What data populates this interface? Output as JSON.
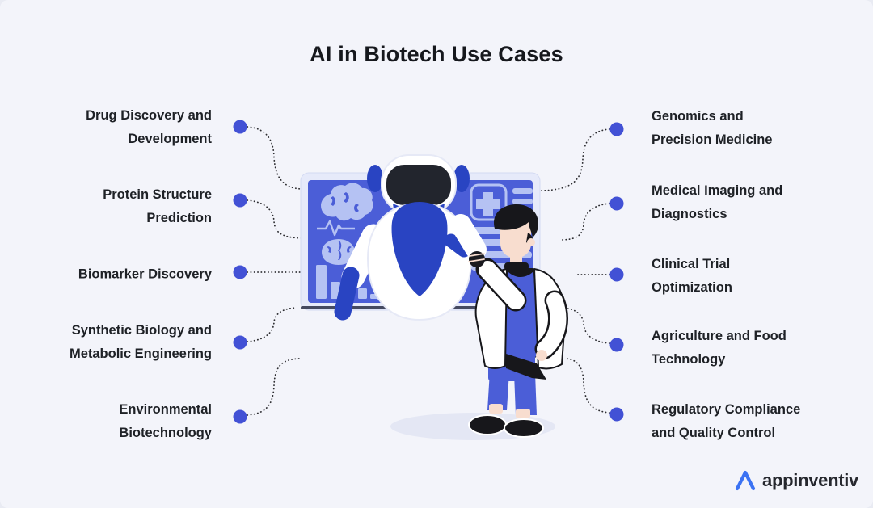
{
  "title": "AI in Biotech Use Cases",
  "left_items": [
    {
      "lines": [
        "Drug Discovery and",
        "Development"
      ]
    },
    {
      "lines": [
        "Protein Structure",
        "Prediction"
      ]
    },
    {
      "lines": [
        "Biomarker Discovery"
      ]
    },
    {
      "lines": [
        "Synthetic Biology and",
        "Metabolic Engineering"
      ]
    },
    {
      "lines": [
        "Environmental",
        "Biotechnology"
      ]
    }
  ],
  "right_items": [
    {
      "lines": [
        "Genomics and",
        "Precision Medicine"
      ]
    },
    {
      "lines": [
        "Medical Imaging and",
        "Diagnostics"
      ]
    },
    {
      "lines": [
        "Clinical Trial",
        "Optimization"
      ]
    },
    {
      "lines": [
        "Agriculture and Food",
        "Technology"
      ]
    },
    {
      "lines": [
        "Regulatory Compliance",
        "and Quality Control"
      ]
    }
  ],
  "logo": {
    "text": "appinventiv"
  },
  "icons": {
    "center": [
      "brain-icon",
      "ecg-line-icon",
      "brain-icon",
      "bar-chart-icon",
      "medical-cross-icon",
      "report-lines-icon",
      "robot-figure",
      "scientist-figure"
    ]
  },
  "colors": {
    "bg": "#f3f4fa",
    "ink": "#16181d",
    "label": "#1e2126",
    "accent": "#4251d5",
    "line": "#2d2d31",
    "screen": "#4b5ed7",
    "screen_content": "#b5c2f3",
    "robot_blue": "#2944c2",
    "visor": "#22252d",
    "skin": "#f8ddcf",
    "dark": "#17171b",
    "shadow": "#e4e7f4",
    "logo_blue": "#3b72f3"
  }
}
